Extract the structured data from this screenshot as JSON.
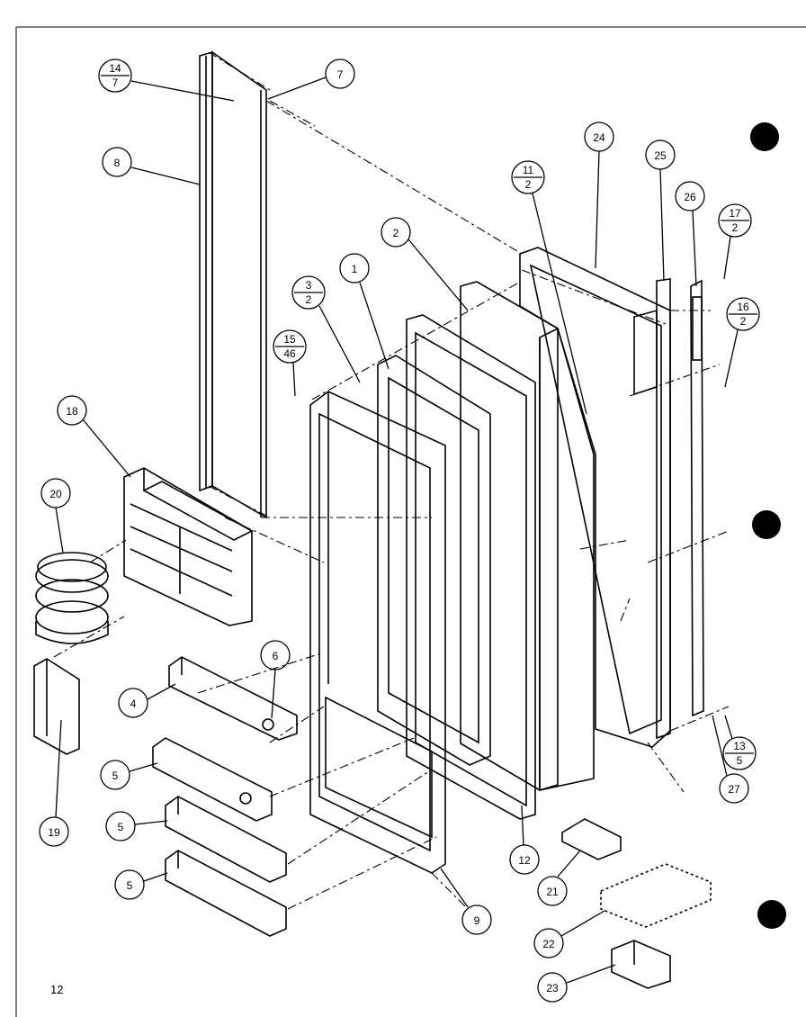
{
  "page_number": "12",
  "callouts": {
    "c14_7": {
      "top": "14",
      "bottom": "7"
    },
    "c7": "7",
    "c8": "8",
    "c24": "24",
    "c25": "25",
    "c11_2": {
      "top": "11",
      "bottom": "2"
    },
    "c26": "26",
    "c17_2": {
      "top": "17",
      "bottom": "2"
    },
    "c2": "2",
    "c1": "1",
    "c3_2": {
      "top": "3",
      "bottom": "2"
    },
    "c16_2": {
      "top": "16",
      "bottom": "2"
    },
    "c15_46": {
      "top": "15",
      "bottom": "46"
    },
    "c18": "18",
    "c20": "20",
    "c6": "6",
    "c4": "4",
    "c5a": "5",
    "c5b": "5",
    "c5c": "5",
    "c19": "19",
    "c12": "12",
    "c9": "9",
    "c21": "21",
    "c22": "22",
    "c23": "23",
    "c13_5": {
      "top": "13",
      "bottom": "5"
    },
    "c27": "27"
  },
  "colors": {
    "ink": "#000000",
    "paper": "#ffffff"
  }
}
